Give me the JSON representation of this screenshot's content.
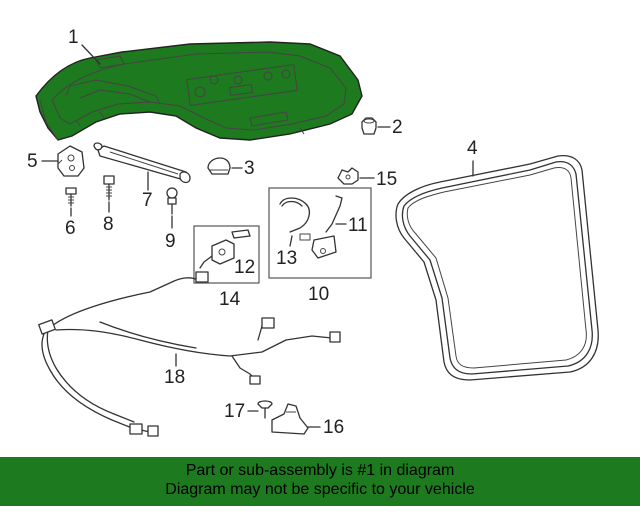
{
  "colors": {
    "highlight": "#1e7a1e",
    "lines": "#333333",
    "background": "#ffffff"
  },
  "callouts": {
    "c1": "1",
    "c2": "2",
    "c3": "3",
    "c4": "4",
    "c5": "5",
    "c6": "6",
    "c7": "7",
    "c8": "8",
    "c9": "9",
    "c10": "10",
    "c11": "11",
    "c12": "12",
    "c13": "13",
    "c14": "14",
    "c15": "15",
    "c16": "16",
    "c17": "17",
    "c18": "18"
  },
  "footer": {
    "line1": "Part or sub-assembly is #1 in diagram",
    "line2": "Diagram may not be specific to your vehicle"
  }
}
